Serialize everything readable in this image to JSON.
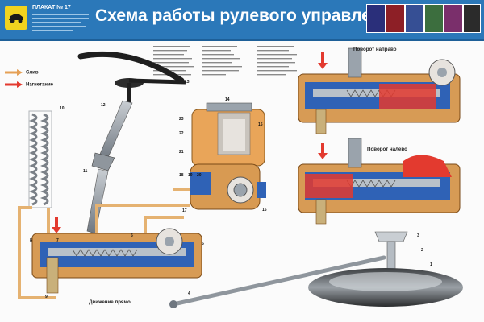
{
  "header": {
    "poster_id": "ПЛАКАТ № 17",
    "title": "Схема работы рулевого управления"
  },
  "legend": {
    "drain": "Слив",
    "pressure": "Нагнетание"
  },
  "modes": {
    "turn_right": "Поворот направо",
    "turn_left": "Поворот налево",
    "straight": "Движение прямо"
  },
  "callouts": [
    "1",
    "2",
    "3",
    "4",
    "5",
    "6",
    "7",
    "8",
    "9",
    "10",
    "11",
    "12",
    "13",
    "14",
    "15",
    "16",
    "17",
    "18",
    "19",
    "20",
    "21",
    "22",
    "23"
  ],
  "colors": {
    "header": "#2b78b9",
    "housing": "#d79b55",
    "oil_blue": "#2f62b6",
    "pressure_red": "#e33a2f",
    "pipe": "#e5b271",
    "metal": "#9aa3ac"
  }
}
